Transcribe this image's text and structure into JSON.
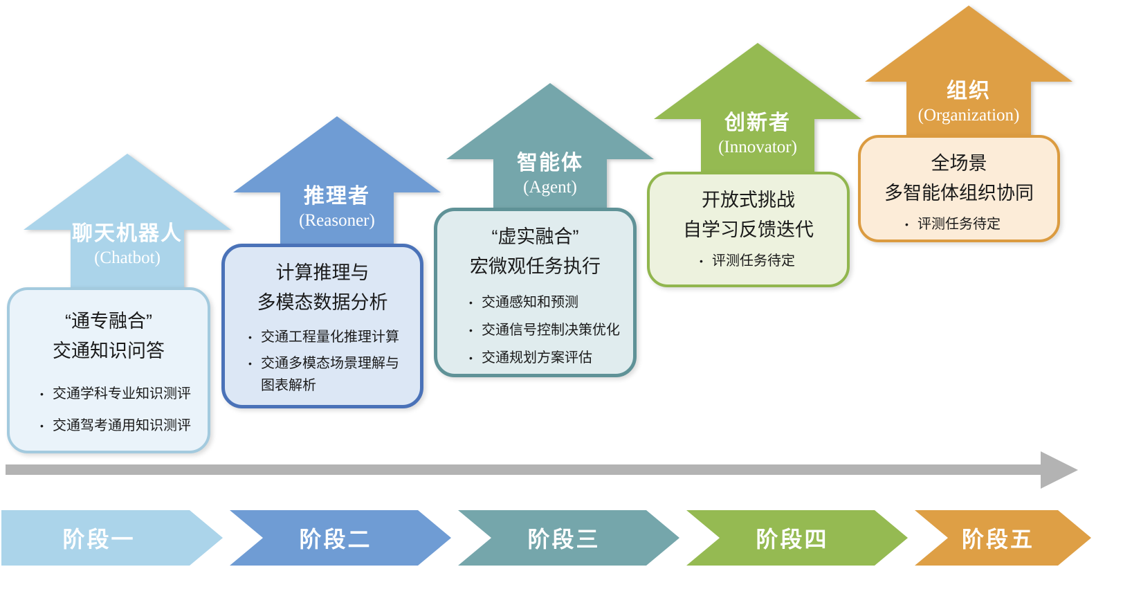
{
  "stages": [
    {
      "arrow_title": "聊天机器人",
      "arrow_subtitle": "(Chatbot)",
      "box_title": [
        "“通专融合”",
        "交通知识问答"
      ],
      "bullets": [
        "交通学科专业知识测评",
        "交通驾考通用知识测评"
      ],
      "banner_label": "阶段一",
      "colors": {
        "arrow": "#abd4ea",
        "border": "#a3cade",
        "fill": "#eaf3fa",
        "banner": "#abd4ea"
      }
    },
    {
      "arrow_title": "推理者",
      "arrow_subtitle": "(Reasoner)",
      "box_title": [
        "计算推理与",
        "多模态数据分析"
      ],
      "bullets": [
        "交通工程量化推理计算",
        "交通多模态场景理解与图表解析"
      ],
      "banner_label": "阶段二",
      "colors": {
        "arrow": "#6f9cd4",
        "border": "#4a72b8",
        "fill": "#dce7f5",
        "banner": "#6f9cd4"
      }
    },
    {
      "arrow_title": "智能体",
      "arrow_subtitle": "(Agent)",
      "box_title": [
        "“虚实融合”",
        "宏微观任务执行"
      ],
      "bullets": [
        "交通感知和预测",
        "交通信号控制决策优化",
        "交通规划方案评估"
      ],
      "banner_label": "阶段三",
      "colors": {
        "arrow": "#75a6ab",
        "border": "#5f9297",
        "fill": "#e0ecee",
        "banner": "#75a6ab"
      }
    },
    {
      "arrow_title": "创新者",
      "arrow_subtitle": "(Innovator)",
      "box_title": [
        "开放式挑战",
        "自学习反馈迭代"
      ],
      "bullets": [
        "评测任务待定"
      ],
      "banner_label": "阶段四",
      "colors": {
        "arrow": "#95ba52",
        "border": "#91b64e",
        "fill": "#edf2de",
        "banner": "#95ba52"
      }
    },
    {
      "arrow_title": "组织",
      "arrow_subtitle": "(Organization)",
      "box_title": [
        "全场景",
        "多智能体组织协同"
      ],
      "bullets": [
        "评测任务待定"
      ],
      "banner_label": "阶段五",
      "colors": {
        "arrow": "#de9f45",
        "border": "#db9b40",
        "fill": "#fcecd8",
        "banner": "#de9f45"
      }
    }
  ],
  "timeline": {
    "color": "#b3b3b3"
  }
}
